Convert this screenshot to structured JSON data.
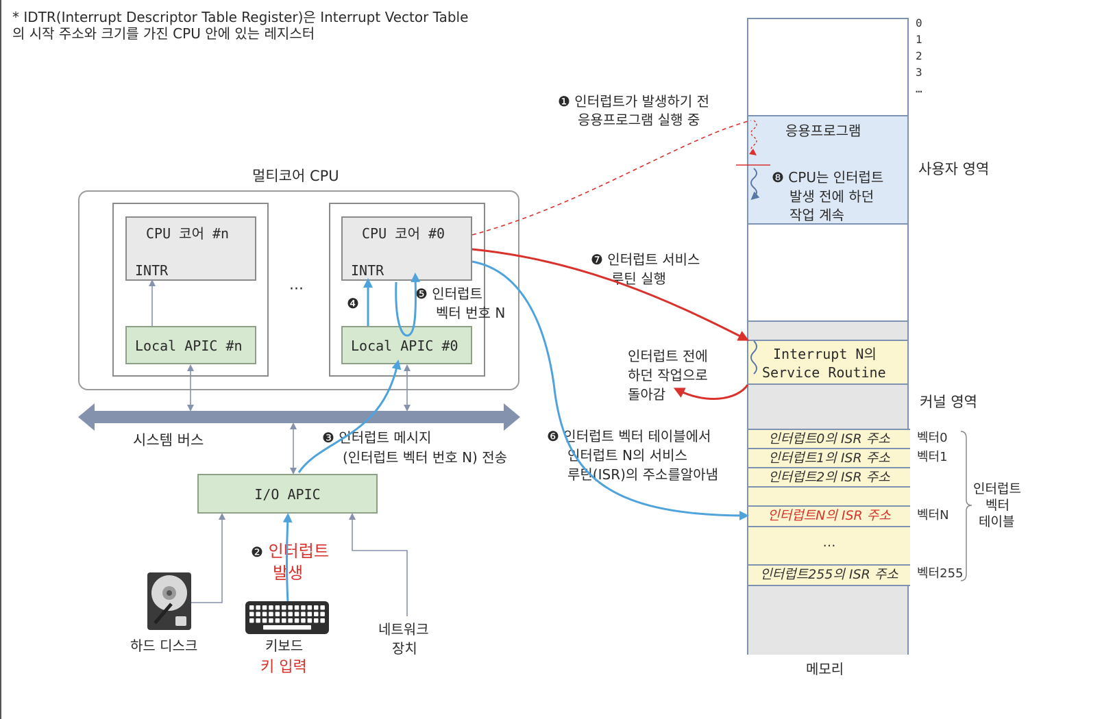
{
  "note": {
    "line1": "* IDTR(Interrupt Descriptor Table Register)은 Interrupt Vector Table",
    "line2": "의 시작 주소와 크기를 가진 CPU 안에 있는 레지스터"
  },
  "cpu": {
    "title": "멀티코어 CPU",
    "core_n": {
      "title": "CPU 코어 #n",
      "intr": "INTR",
      "apic": "Local APIC #n"
    },
    "core_0": {
      "title": "CPU 코어 #0",
      "intr": "INTR",
      "apic": "Local APIC #0"
    },
    "ellipsis": "···"
  },
  "bus": {
    "label": "시스템 버스"
  },
  "io_apic": {
    "label": "I/O APIC"
  },
  "devices": {
    "disk": "하드 디스크",
    "keyboard": "키보드",
    "keyboard_input": "키 입력",
    "network_1": "네트워크",
    "network_2": "장치"
  },
  "steps": {
    "s1_num": "❶",
    "s1_l1": "인터럽트가 발생하기 전",
    "s1_l2": "응용프로그램 실행 중",
    "s2_num": "❷",
    "s2_l1": "인터럽트",
    "s2_l2": "발생",
    "s3_num": "❸",
    "s3_l1": "인터럽트 메시지",
    "s3_l2": "(인터럽트 벡터 번호 N) 전송",
    "s4_num": "❹",
    "s5_num": "❺",
    "s5_l1": "인터럽트",
    "s5_l2": "벡터 번호 N",
    "s6_num": "❻",
    "s6_l1": "인터럽트 벡터 테이블에서",
    "s6_l2": "인터럽트 N의 서비스",
    "s6_l3": "루틴(ISR)의 주소를알아냄",
    "s7_num": "❼",
    "s7_l1": "인터럽트 서비스",
    "s7_l2": "루틴 실행",
    "s8_num": "❽",
    "s8_l1": "CPU는 인터럽트",
    "s8_l2": "발생 전에 하던",
    "s8_l3": "작업 계속",
    "return_l1": "인터럽트 전에",
    "return_l2": "하던 작업으로",
    "return_l3": "돌아감"
  },
  "memory": {
    "label": "메모리",
    "addresses": [
      "0",
      "1",
      "2",
      "3",
      "…"
    ],
    "app": "응용프로그램",
    "user_area": "사용자 영역",
    "kernel_area": "커널 영역",
    "isr_l1": "Interrupt N의",
    "isr_l2": "Service Routine",
    "ivt_rows": [
      "인터럽트0의 ISR 주소",
      "인터럽트1의 ISR 주소",
      "인터럽트2의 ISR 주소",
      "",
      "인터럽트N의 ISR 주소",
      "…",
      "인터럽트255의 ISR 주소"
    ],
    "vectors": [
      "벡터0",
      "벡터1",
      "벡터N",
      "벡터255"
    ],
    "ivt_label_1": "인터럽트",
    "ivt_label_2": "벡터",
    "ivt_label_3": "테이블"
  },
  "colors": {
    "red": "#d9312b",
    "blue": "#4fa3dc",
    "bus": "#8592ad",
    "app_fill": "#dde8f6",
    "ivt_fill": "#fbf6cf",
    "apic_fill": "#d6e8cf",
    "core_fill": "#e9e9e9"
  }
}
